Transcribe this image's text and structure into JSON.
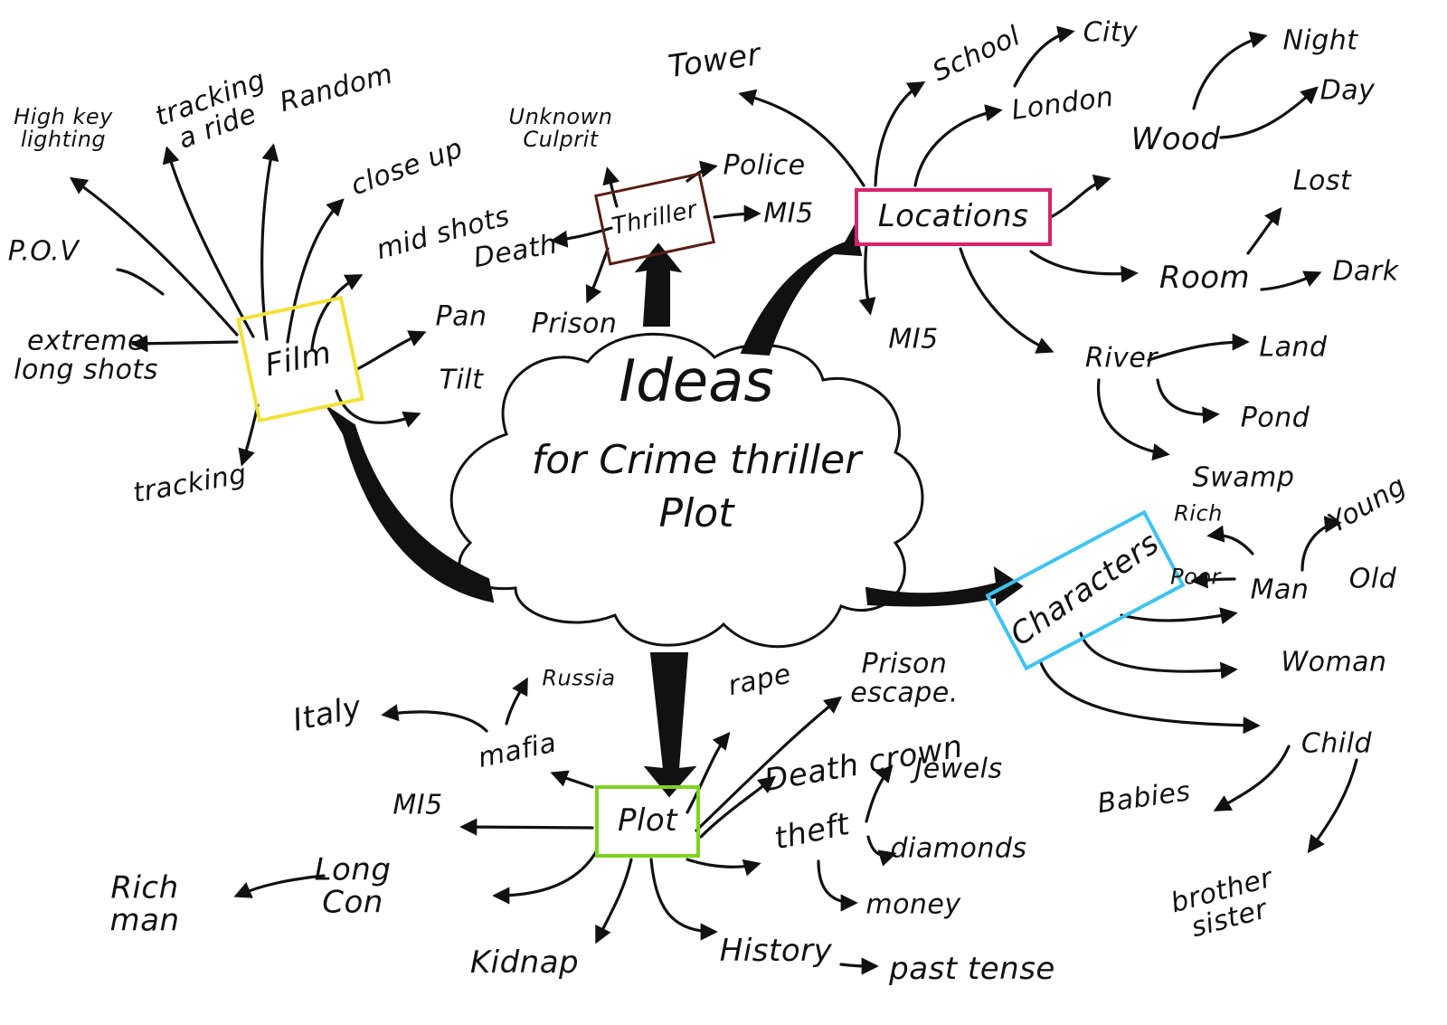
{
  "center": {
    "line1": "Ideas",
    "line2": "for Crime thriller",
    "line3": "Plot"
  },
  "categories": {
    "film": {
      "label": "Film",
      "color": "#f2e13a"
    },
    "thriller": {
      "label": "Thriller",
      "color": "#5a1d12"
    },
    "locations": {
      "label": "Locations",
      "color": "#d4246e"
    },
    "characters": {
      "label": "Characters",
      "color": "#3fc3f0"
    },
    "plot": {
      "label": "Plot",
      "color": "#7ed321"
    }
  },
  "film_branches": [
    "High key lighting",
    "tracking a ride",
    "Random",
    "close up",
    "mid shots",
    "P.O.V",
    "extreme long shots",
    "Pan",
    "Tilt",
    "tracking"
  ],
  "thriller_branches": [
    "Unknown Culprit",
    "Police",
    "MI5",
    "Death",
    "Prison"
  ],
  "location_branches": {
    "tower": "Tower",
    "school": "School",
    "city": "City",
    "london": "London",
    "wood": "Wood",
    "night": "Night",
    "day": "Day",
    "room": "Room",
    "lost": "Lost",
    "dark": "Dark",
    "mi5": "MI5",
    "river": "River",
    "land": "Land",
    "pond": "Pond",
    "swamp": "Swamp"
  },
  "character_branches": {
    "rich": "Rich",
    "poor": "Poor",
    "man": "Man",
    "young": "Young",
    "old": "Old",
    "woman": "Woman",
    "child": "Child",
    "babies": "Babies",
    "brother_sister": "brother sister"
  },
  "plot_branches": {
    "russia": "Russia",
    "italy": "Italy",
    "mafia": "mafia",
    "rape": "rape",
    "prison_escape": "Prison escape.",
    "death_crown": "Death crown",
    "jewels": "Jewels",
    "theft": "theft",
    "diamonds": "diamonds",
    "money": "money",
    "mi5": "MI5",
    "long_con": "Long Con",
    "rich_man": "Rich man",
    "kidnap": "Kidnap",
    "history": "History",
    "past_tense": "past tense"
  }
}
